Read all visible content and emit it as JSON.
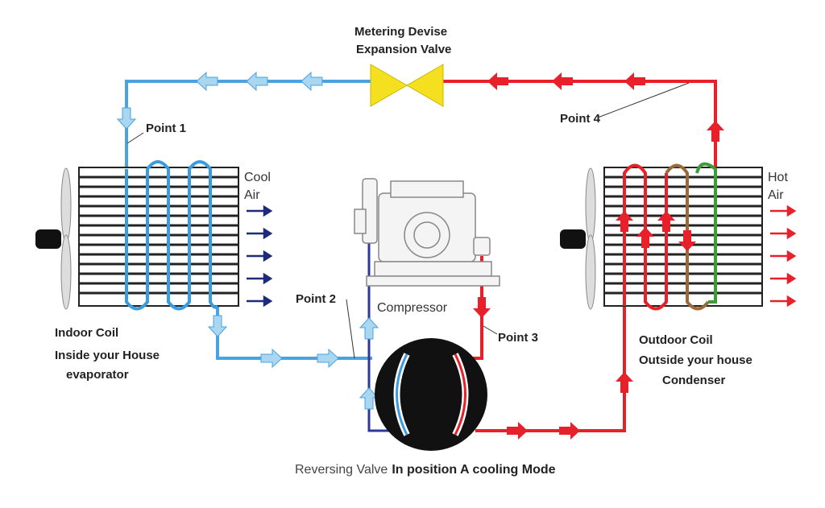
{
  "valve": {
    "line1": "Metering Devise",
    "line2": "Expansion Valve"
  },
  "points": {
    "p1": "Point 1",
    "p2": "Point 2",
    "p3": "Point 3",
    "p4": "Point 4"
  },
  "indoor": {
    "title": "Indoor Coil",
    "line2": "Inside your House",
    "line3": "evaporator",
    "air1": "Cool",
    "air2": "Air"
  },
  "outdoor": {
    "title": "Outdoor Coil",
    "line2": "Outside your house",
    "line3": "Condenser",
    "air1": "Hot",
    "air2": "Air"
  },
  "compressor": {
    "label": "Compressor"
  },
  "caption": {
    "part1": "Reversing Valve",
    "part2": "In position A cooling Mode"
  },
  "colors": {
    "cold": "#4aa3e0",
    "cold_arrow": "#a9d6f0",
    "hot": "#e8202a",
    "valve": "#f5e020",
    "coil_green": "#3f9a3a",
    "dark_line": "#2b3a9a",
    "air_cool": "#1f2a7a"
  }
}
